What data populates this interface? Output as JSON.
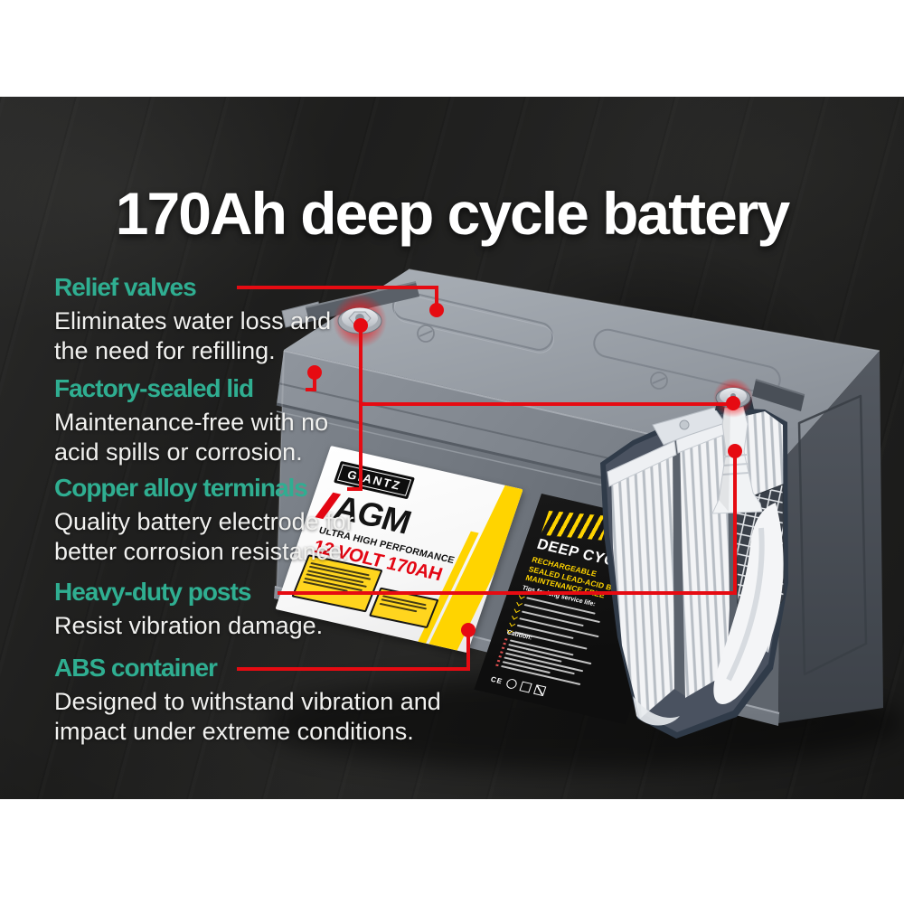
{
  "title": "170Ah deep cycle battery",
  "features": [
    {
      "heading": "Relief valves",
      "lines": [
        "Eliminates water loss and",
        "the need for refilling."
      ]
    },
    {
      "heading": "Factory-sealed lid",
      "lines": [
        "Maintenance-free with no",
        "acid spills or corrosion."
      ]
    },
    {
      "heading": "Copper alloy terminals",
      "lines": [
        "Quality battery electrode for",
        "better corrosion resistance."
      ]
    },
    {
      "heading": "Heavy-duty posts",
      "lines": [
        "Resist vibration damage."
      ]
    },
    {
      "heading": "ABS container",
      "lines": [
        "Designed to withstand vibration and",
        "impact under extreme conditions."
      ]
    }
  ],
  "battery": {
    "brand": "GIANTZ",
    "label_type": "AGM",
    "label_subtitle": "ULTRA HIGH PERFORMANCE",
    "label_rating": "12 VOLT 170AH",
    "panel_heading": "DEEP CYCLE",
    "panel_lines": [
      "RECHARGEABLE",
      "SEALED LEAD-ACID BATTERY",
      "MAINTENANCE FREE"
    ],
    "panel_tips_heading": "Tips for long service life:",
    "panel_caution_heading": "Caution:",
    "cert_mark": "CE"
  },
  "colors": {
    "accent_teal": "#2FAE91",
    "callout_red": "#E60B12",
    "label_yellow": "#FFD400",
    "label_red": "#E30613",
    "background_dark": "#1E1E1D",
    "background_bands": "#FFFFFF"
  }
}
